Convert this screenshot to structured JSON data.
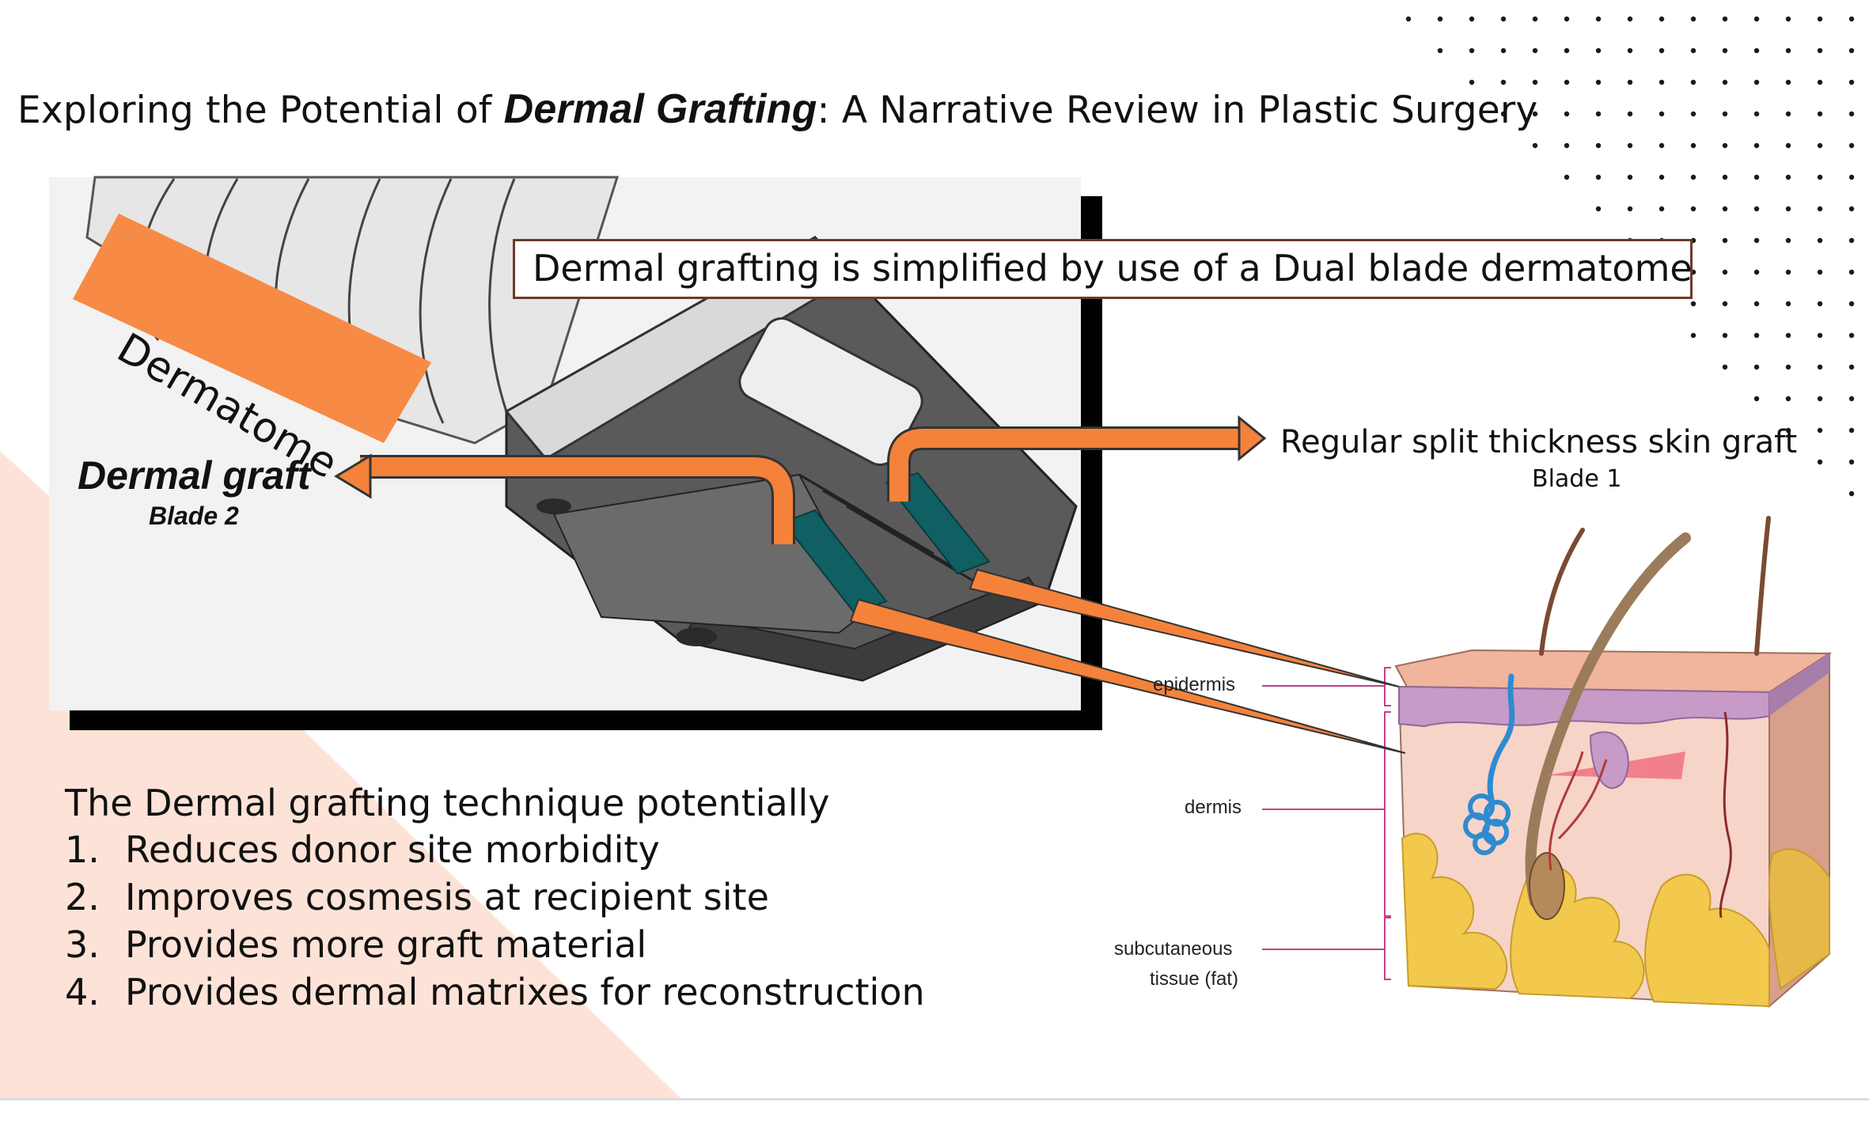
{
  "title": {
    "prefix": "Exploring the Potential of ",
    "emphasis": "Dermal Grafting",
    "suffix": ": A Narrative Review in Plastic Surgery"
  },
  "callout": "Dermal grafting is simplified by use of a Dual blade dermatome",
  "labels": {
    "dermatome": "Dermatome",
    "dermal_graft": "Dermal graft",
    "dermal_graft_blade": "Blade 2",
    "stsg": "Regular split thickness skin graft",
    "stsg_blade": "Blade 1"
  },
  "skin_layers": {
    "epidermis": "epidermis",
    "dermis": "dermis",
    "subcutaneous_1": "subcutaneous",
    "subcutaneous_2": "tissue (fat)"
  },
  "intro": "The Dermal grafting technique potentially",
  "benefits": [
    {
      "num": "1.",
      "text": "Reduces donor site morbidity"
    },
    {
      "num": "2.",
      "text": "Improves cosmesis at recipient site"
    },
    {
      "num": "3.",
      "text": "Provides more graft material"
    },
    {
      "num": "4.",
      "text": "Provides dermal matrixes for reconstruction"
    }
  ],
  "colors": {
    "arrow_orange": "#f5823a",
    "label_box_orange": "#f78a45",
    "background_peach": "#fde3d7",
    "layer_line_magenta": "#c2418a",
    "blade_teal": "#0f5f63"
  }
}
